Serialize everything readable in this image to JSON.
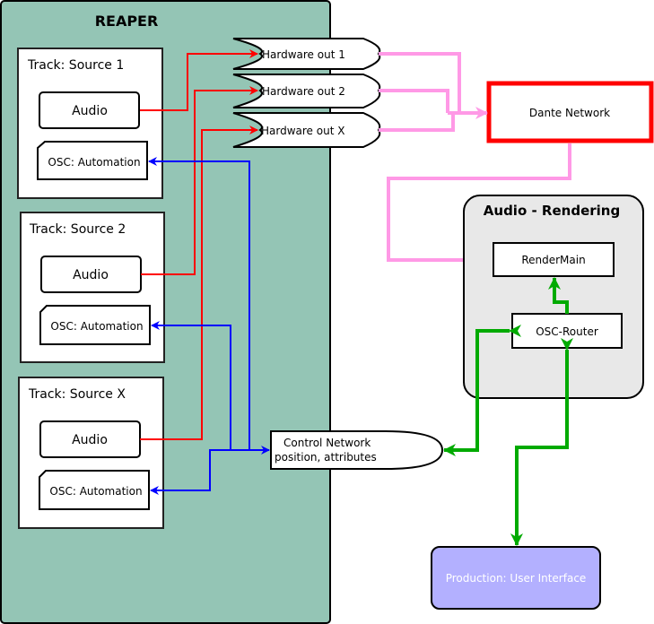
{
  "reaper": {
    "title": "REAPER",
    "tracks": [
      {
        "title": "Track: Source 1",
        "audio": "Audio",
        "osc": "OSC: Automation"
      },
      {
        "title": "Track: Source 2",
        "audio": "Audio",
        "osc": "OSC: Automation"
      },
      {
        "title": "Track: Source X",
        "audio": "Audio",
        "osc": "OSC: Automation"
      }
    ],
    "hardware_outputs": [
      "Hardware out 1",
      "Hardware out 2",
      "Hardware out X"
    ]
  },
  "dante": {
    "label": "Dante Network"
  },
  "control_network": {
    "line1": "Control Network",
    "line2": "position, attributes"
  },
  "rendering": {
    "title": "Audio - Rendering",
    "render_main": "RenderMain",
    "osc_router": "OSC-Router"
  },
  "user_interface": {
    "label": "Production: User Interface"
  },
  "colors": {
    "reaper_bg": "#94c5b5",
    "audio_link": "#ff0000",
    "osc_link": "#0000ff",
    "dante_link": "#ff99e6",
    "control_link": "#00aa00",
    "dante_border": "#ff0000",
    "rendering_bg": "#e8e8e8",
    "ui_bg": "#b3b0ff"
  }
}
